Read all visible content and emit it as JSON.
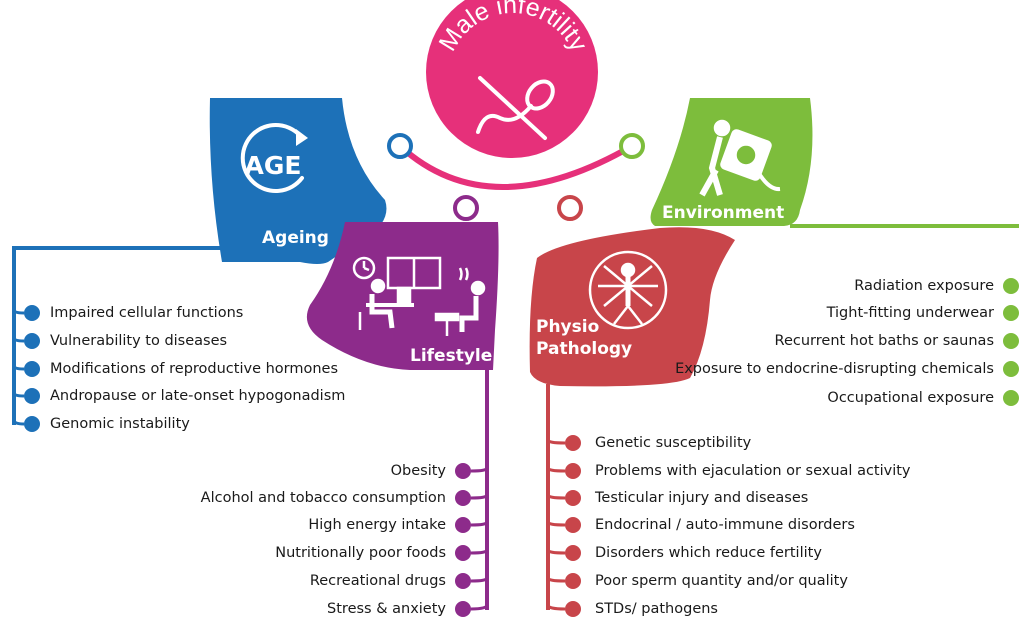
{
  "title": "Male infertility",
  "categories": {
    "ageing": {
      "label": "Ageing",
      "icon_text": "AGE",
      "color": "#1d71b8",
      "items": [
        "Impaired cellular functions",
        "Vulnerability to diseases",
        "Modifications of reproductive hormones",
        "Andropause or late-onset hypogonadism",
        "Genomic instability"
      ]
    },
    "lifestyle": {
      "label": "Lifestyle",
      "color": "#8d2b8b",
      "items": [
        "Obesity",
        "Alcohol and tobacco consumption",
        "High energy intake",
        "Nutritionally poor foods",
        "Recreational drugs",
        "Stress & anxiety"
      ]
    },
    "physio": {
      "label_line1": "Physio",
      "label_line2": "Pathology",
      "color": "#c8454a",
      "items": [
        "Genetic susceptibility",
        "Problems with ejaculation or sexual activity",
        "Testicular injury and diseases",
        "Endocrinal / auto-immune disorders",
        "Disorders which reduce fertility",
        "Poor sperm quantity and/or quality",
        "STDs/ pathogens"
      ]
    },
    "environment": {
      "label": "Environment",
      "color": "#7dbd3c",
      "items": [
        "Radiation exposure",
        "Tight-fitting underwear",
        "Recurrent hot baths or saunas",
        "Exposure to endocrine-disrupting chemicals",
        "Occupational exposure"
      ]
    }
  },
  "center_color": "#e6307a"
}
